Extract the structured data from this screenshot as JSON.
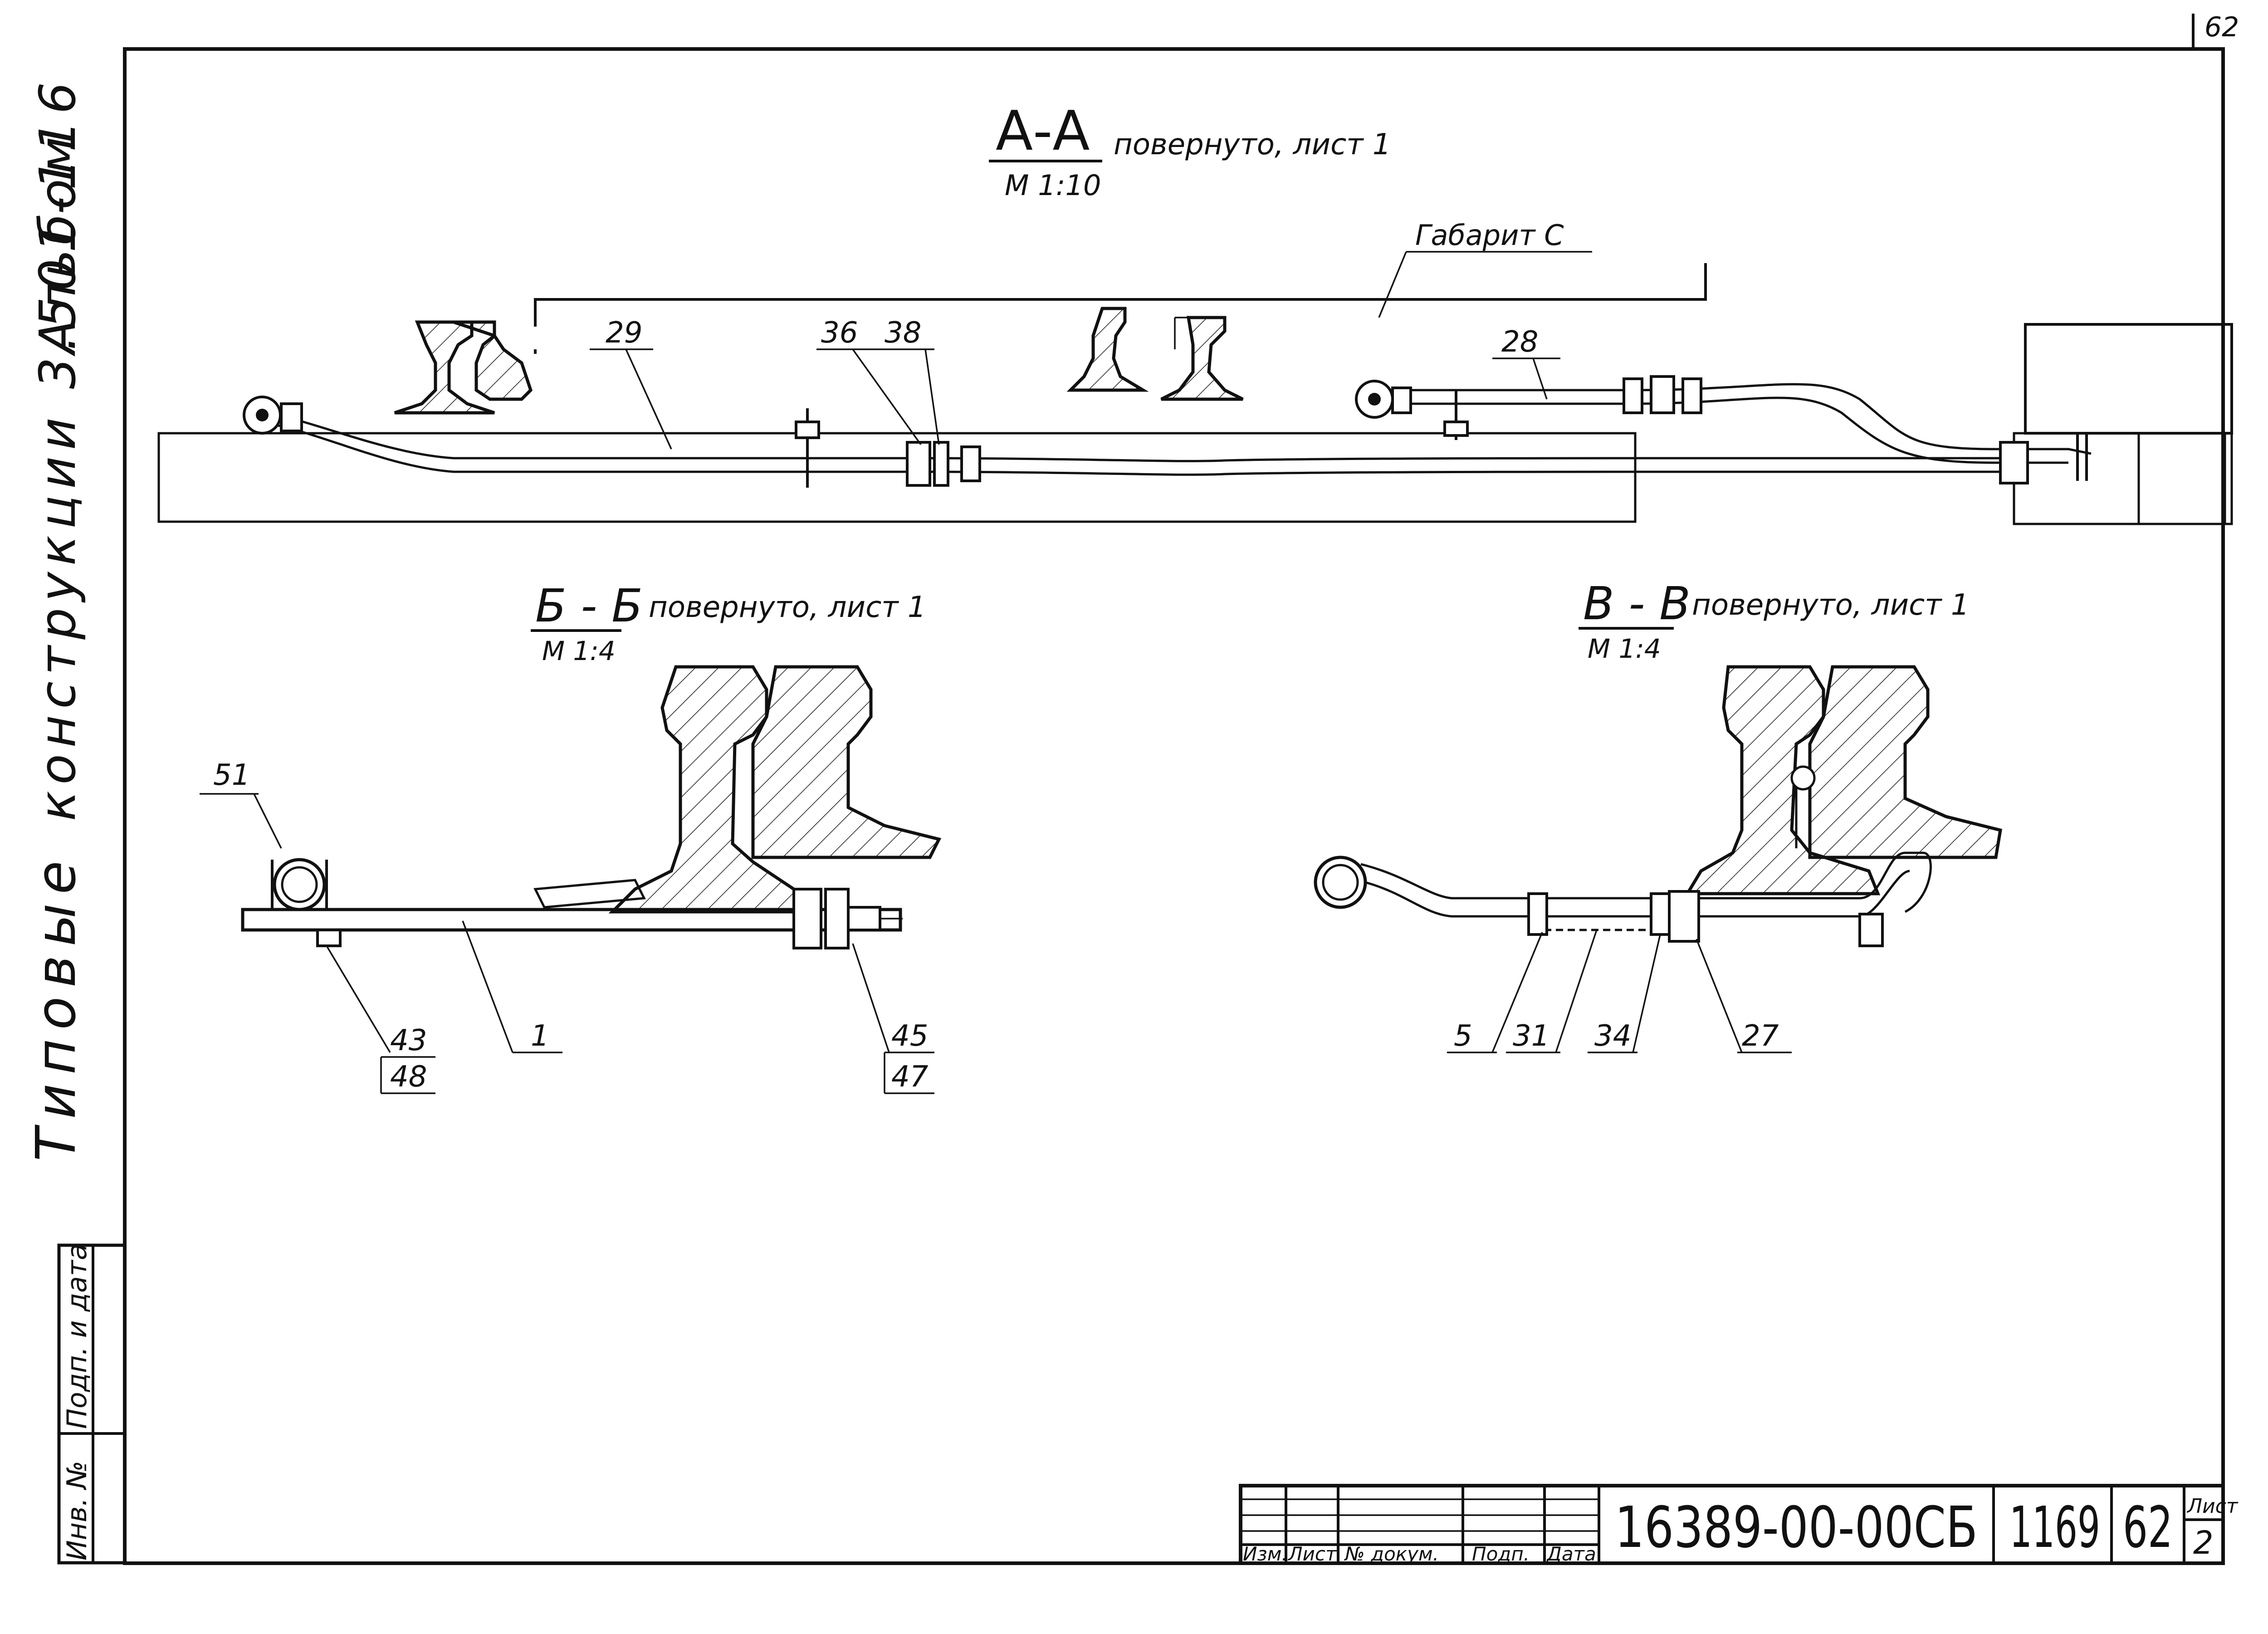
{
  "album_stamp": {
    "title_line1": "Типовые",
    "title_line2": "конструкции 3.501-116",
    "title_line3": "Альбом"
  },
  "page_corner": "62",
  "sections": {
    "aa": {
      "title": "А-А",
      "scale": "М 1:10",
      "note": "повернуто, лист 1",
      "gabarit": "Габарит С"
    },
    "bb": {
      "title": "Б - Б",
      "scale": "М 1:4",
      "note": "повернуто, лист 1"
    },
    "vv": {
      "title": "В - В",
      "scale": "М 1:4",
      "note": "повернуто, лист 1"
    }
  },
  "callouts": {
    "aa": [
      "29",
      "36",
      "38",
      "28"
    ],
    "bb": [
      "51",
      "43",
      "48",
      "1",
      "45",
      "47"
    ],
    "vv": [
      "5",
      "31",
      "34",
      "27"
    ]
  },
  "side_table": {
    "inv_no": "Инв. №",
    "sign_date": "Подп. и дата"
  },
  "title_block": {
    "col_izm": "Изм.",
    "col_list": "Лист",
    "col_doc": "№ докум.",
    "col_sign": "Подп.",
    "col_date": "Дата",
    "designation": "16389-00-00СБ",
    "code": "1169",
    "number": "62",
    "sheet_label": "Лист",
    "sheet_value": "2"
  }
}
